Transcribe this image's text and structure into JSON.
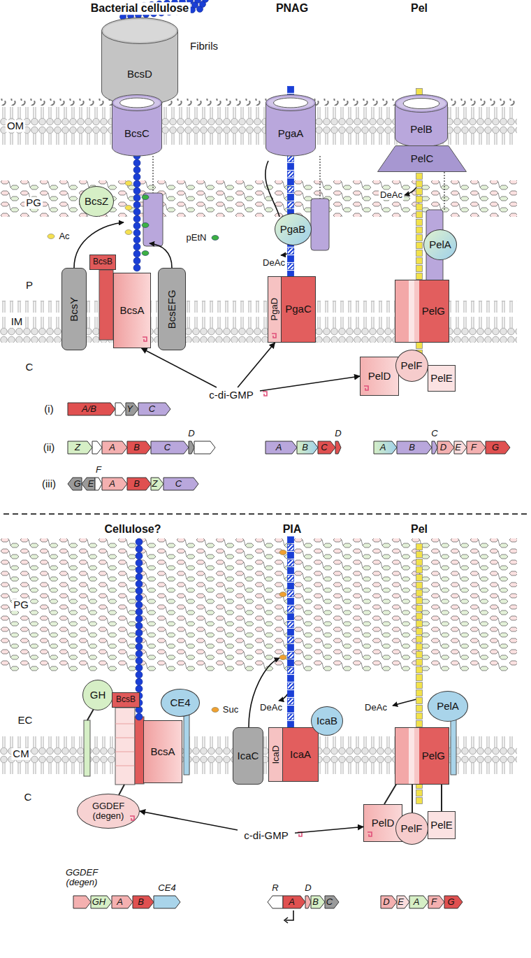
{
  "diagram": {
    "nodes": [
      {
        "text": [
          "BcsD"
        ]
      },
      {
        "text": [
          "BcsC"
        ]
      },
      {
        "text": [
          "BcsZ"
        ]
      },
      {
        "text": [
          "BcsB"
        ]
      },
      {
        "text": [
          "BcsY"
        ]
      },
      {
        "text": [
          "BcsA"
        ]
      },
      {
        "text": [
          "BcsEFG"
        ]
      },
      {
        "text": [
          "PgaA"
        ]
      },
      {
        "text": [
          "PgaB"
        ]
      },
      {
        "text": [
          "PgaD"
        ]
      },
      {
        "text": [
          "PgaC"
        ]
      },
      {
        "text": [
          "PelB"
        ]
      },
      {
        "text": [
          "PelC"
        ]
      },
      {
        "text": [
          "PelA"
        ]
      },
      {
        "text": [
          "PelG"
        ]
      },
      {
        "text": [
          "PelD"
        ]
      },
      {
        "text": [
          "PelF"
        ]
      },
      {
        "text": [
          "PelE"
        ]
      },
      {
        "text": [
          "c-di-GMP"
        ]
      },
      {
        "text": [
          "GH"
        ]
      },
      {
        "text": [
          "BcsB"
        ]
      },
      {
        "text": [
          "CE4"
        ]
      },
      {
        "text": [
          "BcsA"
        ]
      },
      {
        "text": [
          "GGDEF (degen)"
        ]
      },
      {
        "text": [
          "IcaC"
        ]
      },
      {
        "text": [
          "IcaD"
        ]
      },
      {
        "text": [
          "IcaA"
        ]
      },
      {
        "text": [
          "IcaB"
        ]
      },
      {
        "text": [
          "PelA"
        ]
      },
      {
        "text": [
          "PelG"
        ]
      },
      {
        "text": [
          "PelD"
        ]
      },
      {
        "text": [
          "PelF"
        ]
      },
      {
        "text": [
          "PelE"
        ]
      },
      {
        "text": [
          "c-di-GMP"
        ]
      }
    ],
    "edges": [
      {
        "from": 18,
        "to": 5,
        "arrow": "to"
      },
      {
        "from": 18,
        "to": 9,
        "arrow": "to"
      },
      {
        "from": 18,
        "to": 15,
        "arrow": "to"
      },
      {
        "from": 33,
        "to": 23,
        "arrow": "to"
      },
      {
        "from": 33,
        "to": 30,
        "arrow": "to"
      }
    ],
    "labels": [
      "Bacterial cellulose",
      "PNAG",
      "Pel",
      "Fibrils",
      "OM",
      "PG",
      "Ac",
      "pEtN",
      "DeAc",
      "DeAc",
      "P",
      "IM",
      "C",
      "(i)",
      "A/B",
      "Y",
      "C",
      "(ii)",
      "Z",
      "A",
      "B",
      "C",
      "D",
      "(iii)",
      "F",
      "G",
      "E",
      "A",
      "B",
      "Z",
      "C",
      "A",
      "B",
      "C",
      "D",
      "A",
      "B",
      "C",
      "D",
      "E",
      "F",
      "G",
      "Cellulose?",
      "PIA",
      "Pel",
      "PG",
      "EC",
      "CM",
      "C",
      "Suc",
      "DeAc",
      "DeAc",
      "GGDEF (degen)",
      "GH",
      "A",
      "B",
      "CE4",
      "R",
      "D",
      "A",
      "B",
      "C",
      "D",
      "E",
      "A",
      "F",
      "G"
    ]
  }
}
